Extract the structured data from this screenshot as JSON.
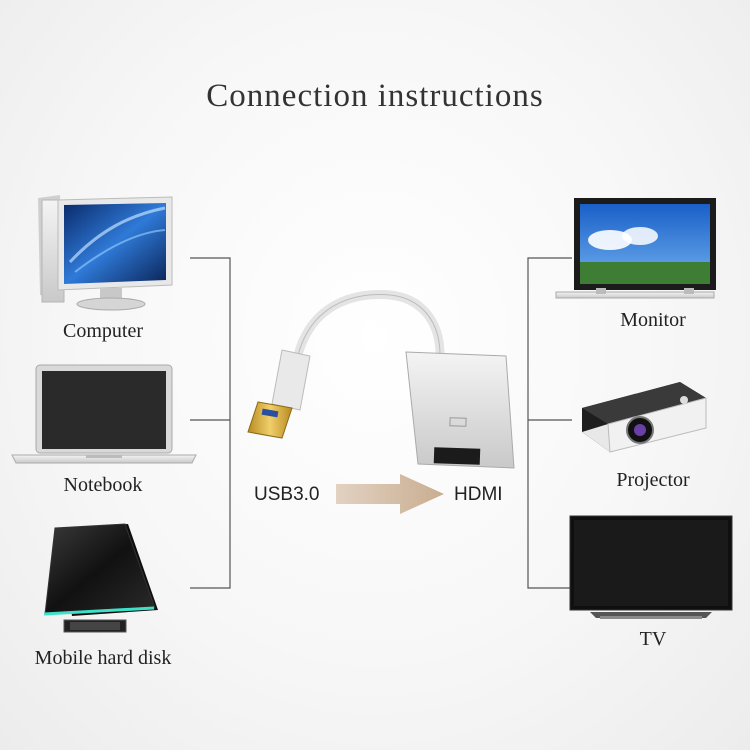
{
  "title": "Connection instructions",
  "inputs": [
    {
      "label": "Computer",
      "icon": "desktop-computer-icon"
    },
    {
      "label": "Notebook",
      "icon": "laptop-icon"
    },
    {
      "label": "Mobile hard disk",
      "icon": "hard-disk-icon"
    }
  ],
  "outputs": [
    {
      "label": "Monitor",
      "icon": "monitor-icon"
    },
    {
      "label": "Projector",
      "icon": "projector-icon"
    },
    {
      "label": "TV",
      "icon": "tv-icon"
    }
  ],
  "adapter": {
    "from_label": "USB3.0",
    "to_label": "HDMI",
    "icon": "usb-to-hdmi-adapter-icon"
  },
  "colors": {
    "arrow": "#d7c1aa",
    "line": "#555555",
    "usb_plug": "#d4a632"
  }
}
